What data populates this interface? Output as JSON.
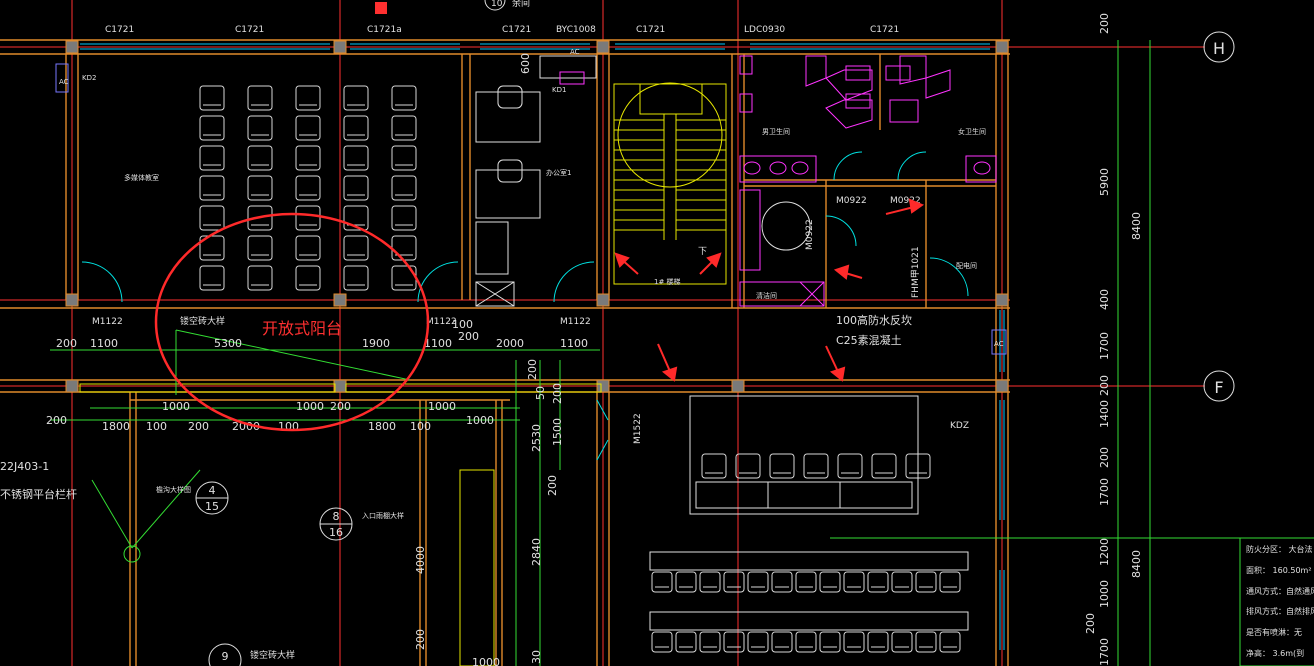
{
  "colors": {
    "background": "#000000",
    "grid_axis": "#ff3030",
    "wall": "#e08a2a",
    "window": "#00c8ff",
    "dimension": "#33dd33",
    "furniture": "#e0e0e0",
    "fixture": "#ff33ff",
    "annotation": "#ff2a2a",
    "column": "#b0b0b0"
  },
  "grid_axes": {
    "top": "H",
    "middle": "F"
  },
  "top_labels": [
    "C1721",
    "C1721",
    "C1721a",
    "C1721",
    "BYC1008",
    "C1721",
    "LDC0930",
    "C1721"
  ],
  "top_extra": [
    "10",
    "余间"
  ],
  "rooms": {
    "classroom": "多媒体教室",
    "office": "办公室1",
    "stair": "1# 楼梯",
    "men_wc": "男卫生间",
    "women_wc": "女卫生间",
    "cleaning": "清洁间",
    "electrical": "配电间"
  },
  "stair_mark": "下",
  "doors": [
    "M1122",
    "M1122",
    "M1122",
    "M0922",
    "M0922",
    "M0922",
    "M1522",
    "FHM甲1021"
  ],
  "equipment": [
    "AC",
    "KD2",
    "KD1",
    "AC",
    "AC",
    "KDZ"
  ],
  "annotations": {
    "open_balcony": "开放式阳台",
    "hollow_brick": "镂空砖大样",
    "waterproof": "100高防水反坎",
    "concrete": "C25素混凝土",
    "atlas_ref": "22J403-1",
    "railing": "不锈钢平台栏杆",
    "cornice": "檐沟大样图",
    "entrance": "入口雨棚大样",
    "hollow_brick_2": "镂空砖大样"
  },
  "detail_refs": [
    {
      "top": "4",
      "bottom": "15"
    },
    {
      "top": "8",
      "bottom": "16"
    },
    {
      "top": "9",
      "bottom": ""
    }
  ],
  "dims_row1": [
    "200",
    "1100",
    "5300",
    "1900",
    "1100",
    "100",
    "200",
    "2000",
    "1100"
  ],
  "dims_row2": [
    "1000",
    "1000",
    "200",
    "1000",
    "1000"
  ],
  "dims_row3": [
    "200",
    "1800",
    "100",
    "200",
    "2000",
    "100",
    "1800",
    "100"
  ],
  "dims_vertical_mid": [
    "600",
    "200",
    "50",
    "200",
    "1500",
    "2530",
    "200",
    "2840",
    "4000",
    "200",
    "1000",
    "30"
  ],
  "dims_right_outer": [
    "200",
    "5900",
    "400",
    "1700",
    "200",
    "1400",
    "200",
    "1700",
    "1200",
    "1000",
    "200",
    "1700"
  ],
  "dims_right_total": [
    "8400",
    "8400"
  ],
  "side_panel": [
    "防火分区： 大台法",
    "面积：  160.50m²",
    "通风方式：自然通风",
    "排风方式：自然排风",
    "是否有喷淋：无",
    "净高：   3.6m(到"
  ]
}
